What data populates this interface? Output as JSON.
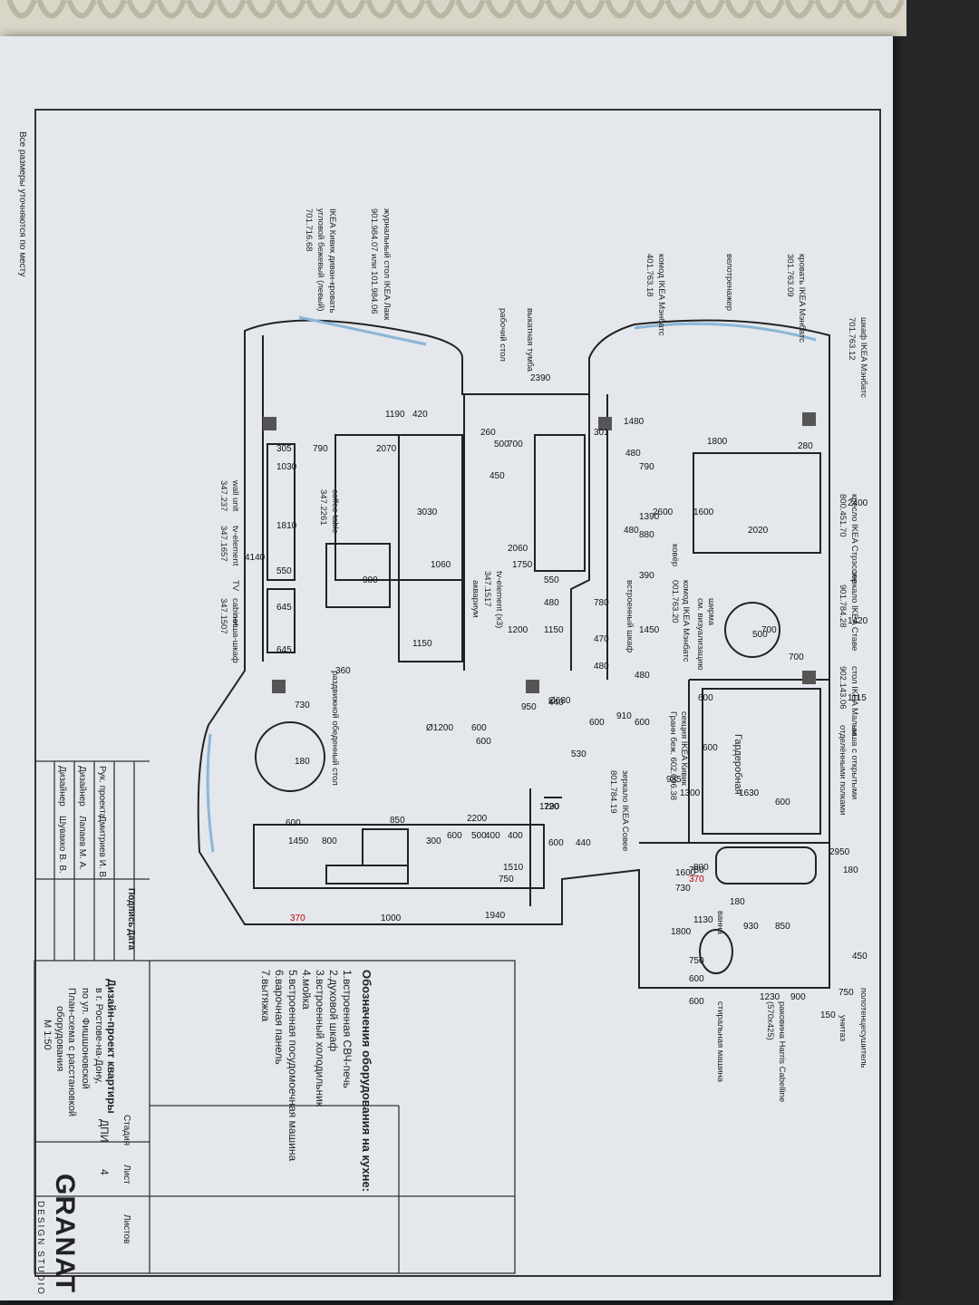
{
  "colors": {
    "paper": "#e4e7ec",
    "line": "#222222",
    "glass": "#8ab6d6",
    "accent": "#b00000"
  },
  "note_side": "Все размеры уточняются по месту",
  "legend": {
    "title": "Обозначения оборудования на кухне:",
    "items": [
      "1.встроенная СВЧ-печь",
      "2.духовой шкаф",
      "3.встроенный холодильник",
      "4.мойка",
      "5.встроенная посудомоечная машина",
      "6.варочная панель",
      "7.вытяжка"
    ]
  },
  "title_block": {
    "project": "Дизайн-проект квартиры",
    "city": "в г. Ростове-на-Дону,",
    "street": "по ул. Фишшоновской",
    "sheet_title": "План-схема с расстановкой",
    "sheet_title2": "оборудования",
    "scale": "М 1:50",
    "stage_label": "Стадия",
    "sheet_label": "Лист",
    "sheets_label": "Листов",
    "stage": "ДПИ",
    "sheet_no": "4",
    "sign_label": "Подпись",
    "date_label": "Дата",
    "roles": [
      {
        "role": "Рук. проекта",
        "name": "Дмитриев И. В."
      },
      {
        "role": "Дизайнер",
        "name": "Лапаев М. А."
      },
      {
        "role": "Дизайнер",
        "name": "Шувакко В. В."
      }
    ],
    "logo": "GRANAT",
    "logo_sub": "DESIGN STUDIO"
  },
  "labels": {
    "wardrobe_ikea": "шкаф IKEA Мэнбатс",
    "wardrobe_code": "701.763.12",
    "bed_ikea": "кровать IKEA Мэнбатс",
    "bed_code": "301.763.09",
    "bike": "велотренажер",
    "chest": "комод IKEA Мэнбатс",
    "chest_code": "401.763.18",
    "desk": "рабочий стол",
    "drawer": "выкатная тумба",
    "coffee_ikea": "журнальный стол IKEA Лакк",
    "coffee_code": "901.984.07 или 101.984.06",
    "sofa_ikea": "IKEA Кивик диван-кровать",
    "sofa_desc": "угловой бежевый (левый)",
    "sofa_code": "701.716.68",
    "chair_ikea": "кресло IKEA Стрэссле",
    "chair_code": "800.451.70",
    "mirror_ikea": "зеркало IKEA Ставе",
    "mirror_code": "901.784.28",
    "table_ikea": "стол IKEA Мальм",
    "table_code": "902.143.06",
    "niche": "ниша с открытыми",
    "niche2": "отделёнными полками",
    "wardrobe_room": "Гардеробная",
    "builtin": "встроенный шкаф",
    "chest2": "комод IKEA Мэнбатс",
    "chest2_code": "001.763.20",
    "screen": "ширма",
    "screen2": "см. визуализацию",
    "carpet": "ковёр",
    "aquarium": "аквариум",
    "tv_element": "tv-element (x3)",
    "tv_element_code": "347.1517",
    "coffee_table": "coffee table",
    "coffee_table_code": "347.2261",
    "wall_unit": "wall unit",
    "wall_unit_code": "347.237",
    "tv_el": "tv-element",
    "tv_el_code": "347.1657",
    "tv": "TV",
    "cabinet": "cabinet",
    "cabinet_code": "347.1507",
    "niche_cab": "ниша-шкаф",
    "dining": "раздвижной обеденный стол",
    "shelf": "секция IKEA Кивик",
    "shelf2": "Гранн беж. 602.006.38",
    "mirror2": "зеркало IKEA Совее",
    "mirror2_code": "801.784.19",
    "washer": "стиральная машина",
    "sink": "раковина Harris Cabelline",
    "sink_size": "(570х425)",
    "toilet": "унитаз",
    "towel": "полотенцесушитель",
    "bath": "ванна"
  },
  "dims": [
    "2390",
    "1480",
    "1800",
    "280",
    "2400",
    "1420",
    "1115",
    "1190",
    "420",
    "2070",
    "790",
    "305",
    "1030",
    "1810",
    "4140",
    "550",
    "645",
    "645",
    "260",
    "500",
    "700",
    "450",
    "2060",
    "1750",
    "550",
    "1060",
    "3030",
    "900",
    "1150",
    "301",
    "480",
    "790",
    "1600",
    "2020",
    "1390",
    "880",
    "2600",
    "480",
    "390",
    "1450",
    "480",
    "780",
    "470",
    "480",
    "1200",
    "1150",
    "480",
    "700",
    "700",
    "500",
    "Ø680",
    "600",
    "600",
    "600",
    "600",
    "1630",
    "1300",
    "600",
    "935",
    "2950",
    "180",
    "730",
    "360",
    "180",
    "Ø1200",
    "600",
    "600",
    "1290",
    "440",
    "530",
    "910",
    "950",
    "600",
    "850",
    "2200",
    "1450",
    "800",
    "300",
    "600",
    "500",
    "400",
    "400",
    "600",
    "720",
    "440",
    "1510",
    "750",
    "750",
    "370",
    "370",
    "1000",
    "1940",
    "1600",
    "800",
    "730",
    "180",
    "1800",
    "1130",
    "930",
    "850",
    "450",
    "750",
    "600",
    "1230",
    "900",
    "150",
    "750",
    "600"
  ]
}
